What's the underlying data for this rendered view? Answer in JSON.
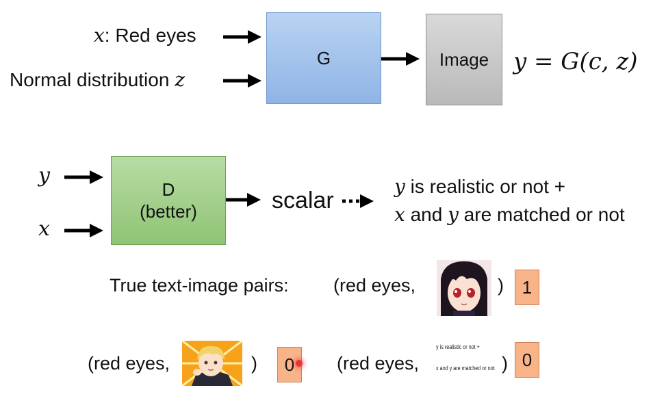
{
  "generator": {
    "input_x_var": "x",
    "input_x_text": ": Red eyes",
    "input_z_text": "Normal distribution ",
    "input_z_var": "z",
    "box_label": "G",
    "output_label": "Image",
    "equation": "y = G(c, z)"
  },
  "discriminator": {
    "input_y": "y",
    "input_x": "x",
    "box_line1": "D",
    "box_line2": "(better)",
    "output_label": "scalar",
    "result_line1_var": "y",
    "result_line1_text": " is realistic or not +",
    "result_line2_var1": "x",
    "result_line2_mid": " and ",
    "result_line2_var2": "y",
    "result_line2_end": " are matched or not"
  },
  "pairs": {
    "true_label": "True text-image pairs:",
    "true_open": "(red eyes,",
    "true_close": ")",
    "true_score": "1",
    "pair2_open": "(red eyes,",
    "pair2_close": ")",
    "pair2_score": "0",
    "pair3_open": "(red eyes,",
    "pair3_close": ")",
    "pair3_score": "0",
    "tiny_line1": "y is realistic or not +",
    "tiny_line2": "x and y are matched or not"
  }
}
